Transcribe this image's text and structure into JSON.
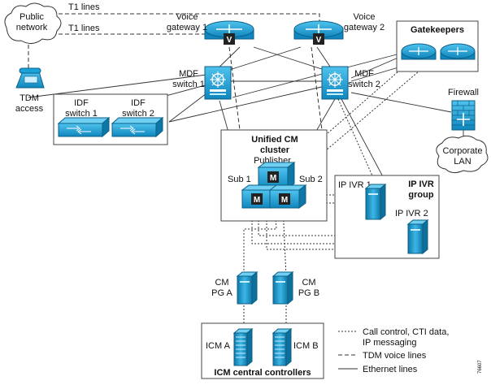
{
  "labels": {
    "public_network": [
      "Public",
      "network"
    ],
    "t1_top": "T1 lines",
    "t1_bottom": "T1 lines",
    "tdm_access": [
      "TDM",
      "access"
    ],
    "voice_gw1": [
      "Voice",
      "gateway 1"
    ],
    "voice_gw2": [
      "Voice",
      "gateway 2"
    ],
    "gatekeepers": "Gatekeepers",
    "mdf1": [
      "MDF",
      "switch 1"
    ],
    "mdf2": [
      "MDF",
      "switch 2"
    ],
    "firewall": "Firewall",
    "idf1": [
      "IDF",
      "switch 1"
    ],
    "idf2": [
      "IDF",
      "switch 2"
    ],
    "corporate_lan": [
      "Corporate",
      "LAN"
    ],
    "ucm_cluster": [
      "Unified CM",
      "cluster"
    ],
    "publisher": "Publisher",
    "sub1": "Sub 1",
    "sub2": "Sub 2",
    "ivr_group": [
      "IP IVR",
      "group"
    ],
    "ivr1": "IP IVR 1",
    "ivr2": "IP IVR 2",
    "cm_pga": [
      "CM",
      "PG A"
    ],
    "cm_pgb": [
      "CM",
      "PG B"
    ],
    "icm_a": "ICM A",
    "icm_b": "ICM B",
    "icm_central": "ICM central controllers",
    "figure_id": "76607"
  },
  "glyphs": {
    "voice_gateway_badge": "V",
    "media_server_badge": "M"
  },
  "legend": [
    {
      "style": "dotted",
      "text": [
        "Call control, CTI data,",
        "IP messaging"
      ]
    },
    {
      "style": "dashed",
      "text": [
        "TDM voice lines"
      ]
    },
    {
      "style": "solid",
      "text": [
        "Ethernet lines"
      ]
    }
  ],
  "colors": {
    "device_blue": "#1aa3d9",
    "device_dark": "#0d6f9a",
    "line": "#333333",
    "box_border": "#444444"
  }
}
